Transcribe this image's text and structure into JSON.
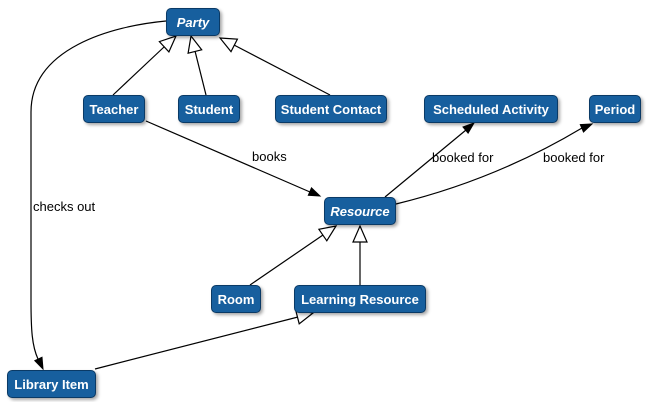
{
  "diagram": {
    "type": "uml-class-diagram",
    "background_color": "#ffffff",
    "colors": {
      "node_fill": "#175F9E",
      "node_border": "#0A3A66",
      "node_text": "#ffffff",
      "edge_line": "#000000",
      "edge_label_text": "#000000",
      "generalization_head_fill": "#ffffff",
      "association_head_fill": "#000000"
    },
    "nodes": {
      "party": {
        "label": "Party",
        "abstract": true
      },
      "teacher": {
        "label": "Teacher",
        "abstract": false
      },
      "student": {
        "label": "Student",
        "abstract": false
      },
      "student_contact": {
        "label": "Student Contact",
        "abstract": false
      },
      "scheduled_activity": {
        "label": "Scheduled Activity",
        "abstract": false
      },
      "period": {
        "label": "Period",
        "abstract": false
      },
      "resource": {
        "label": "Resource",
        "abstract": true
      },
      "room": {
        "label": "Room",
        "abstract": false
      },
      "learning_resource": {
        "label": "Learning Resource",
        "abstract": false
      },
      "library_item": {
        "label": "Library Item",
        "abstract": false
      }
    },
    "relationships": [
      {
        "from": "Teacher",
        "to": "Party",
        "type": "generalization",
        "label": ""
      },
      {
        "from": "Student",
        "to": "Party",
        "type": "generalization",
        "label": ""
      },
      {
        "from": "Student Contact",
        "to": "Party",
        "type": "generalization",
        "label": ""
      },
      {
        "from": "Room",
        "to": "Resource",
        "type": "generalization",
        "label": ""
      },
      {
        "from": "Learning Resource",
        "to": "Resource",
        "type": "generalization",
        "label": ""
      },
      {
        "from": "Library Item",
        "to": "Learning Resource",
        "type": "generalization",
        "label": ""
      },
      {
        "from": "Teacher",
        "to": "Resource",
        "type": "association",
        "label": "books"
      },
      {
        "from": "Resource",
        "to": "Scheduled Activity",
        "type": "association",
        "label": "booked for"
      },
      {
        "from": "Resource",
        "to": "Period",
        "type": "association",
        "label": "booked for"
      },
      {
        "from": "Party",
        "to": "Library Item",
        "type": "association",
        "label": "checks out"
      }
    ]
  }
}
